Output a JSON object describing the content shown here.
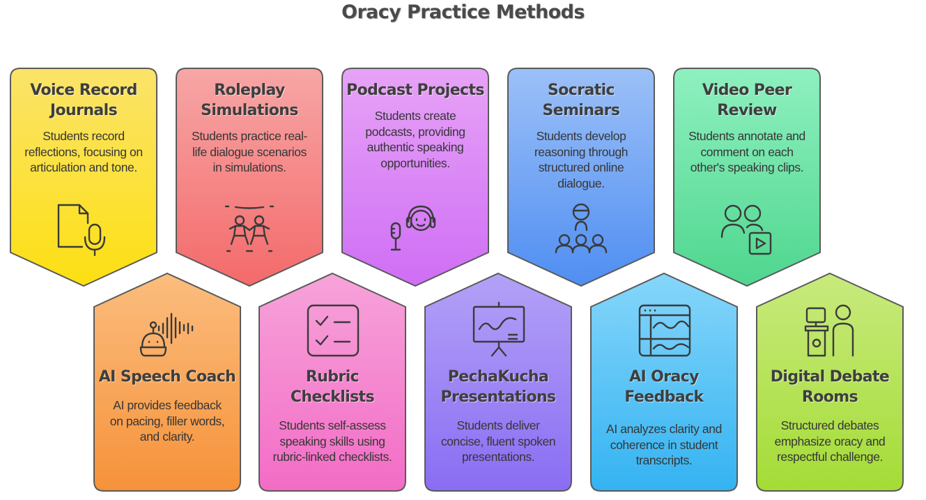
{
  "title": "Oracy Practice Methods",
  "colors": {
    "yellow": "#fde43c",
    "red": "#f58d8d",
    "purple": "#d88df5",
    "blue": "#6aa3f3",
    "green": "#6fe0a4",
    "orange": "#f9a55b",
    "pink": "#f58ad0",
    "violet": "#9a85f5",
    "sky": "#5bc3f5",
    "lime": "#b4e257",
    "outline": "#555555"
  },
  "cards": [
    {
      "title": "Voice Record Journals",
      "desc": "Students record reflections, focusing on articulation and tone.",
      "icon": "document-microphone-icon"
    },
    {
      "title": "Roleplay Simulations",
      "desc": "Students practice real-life dialogue scenarios in simulations.",
      "icon": "roleplay-people-icon"
    },
    {
      "title": "Podcast Projects",
      "desc": "Students create podcasts, providing authentic speaking opportunities.",
      "icon": "podcaster-headset-icon"
    },
    {
      "title": "Socratic Seminars",
      "desc": "Students develop reasoning through structured online dialogue.",
      "icon": "seminar-group-icon"
    },
    {
      "title": "Video Peer Review",
      "desc": "Students annotate and comment on each other's speaking clips.",
      "icon": "peers-video-icon"
    },
    {
      "title": "AI Speech Coach",
      "desc": "AI provides feedback on pacing, filler words, and clarity.",
      "icon": "robot-soundwave-icon"
    },
    {
      "title": "Rubric Checklists",
      "desc": "Students self-assess speaking skills using rubric-linked checklists.",
      "icon": "checklist-icon"
    },
    {
      "title": "PechaKucha Presentations",
      "desc": "Students deliver concise, fluent spoken presentations.",
      "icon": "presentation-board-icon"
    },
    {
      "title": "AI Oracy Feedback",
      "desc": "AI analyzes clarity and coherence in student transcripts.",
      "icon": "analytics-window-icon"
    },
    {
      "title": "Digital Debate Rooms",
      "desc": "Structured debates emphasize oracy and respectful challenge.",
      "icon": "debate-podium-icon"
    }
  ]
}
